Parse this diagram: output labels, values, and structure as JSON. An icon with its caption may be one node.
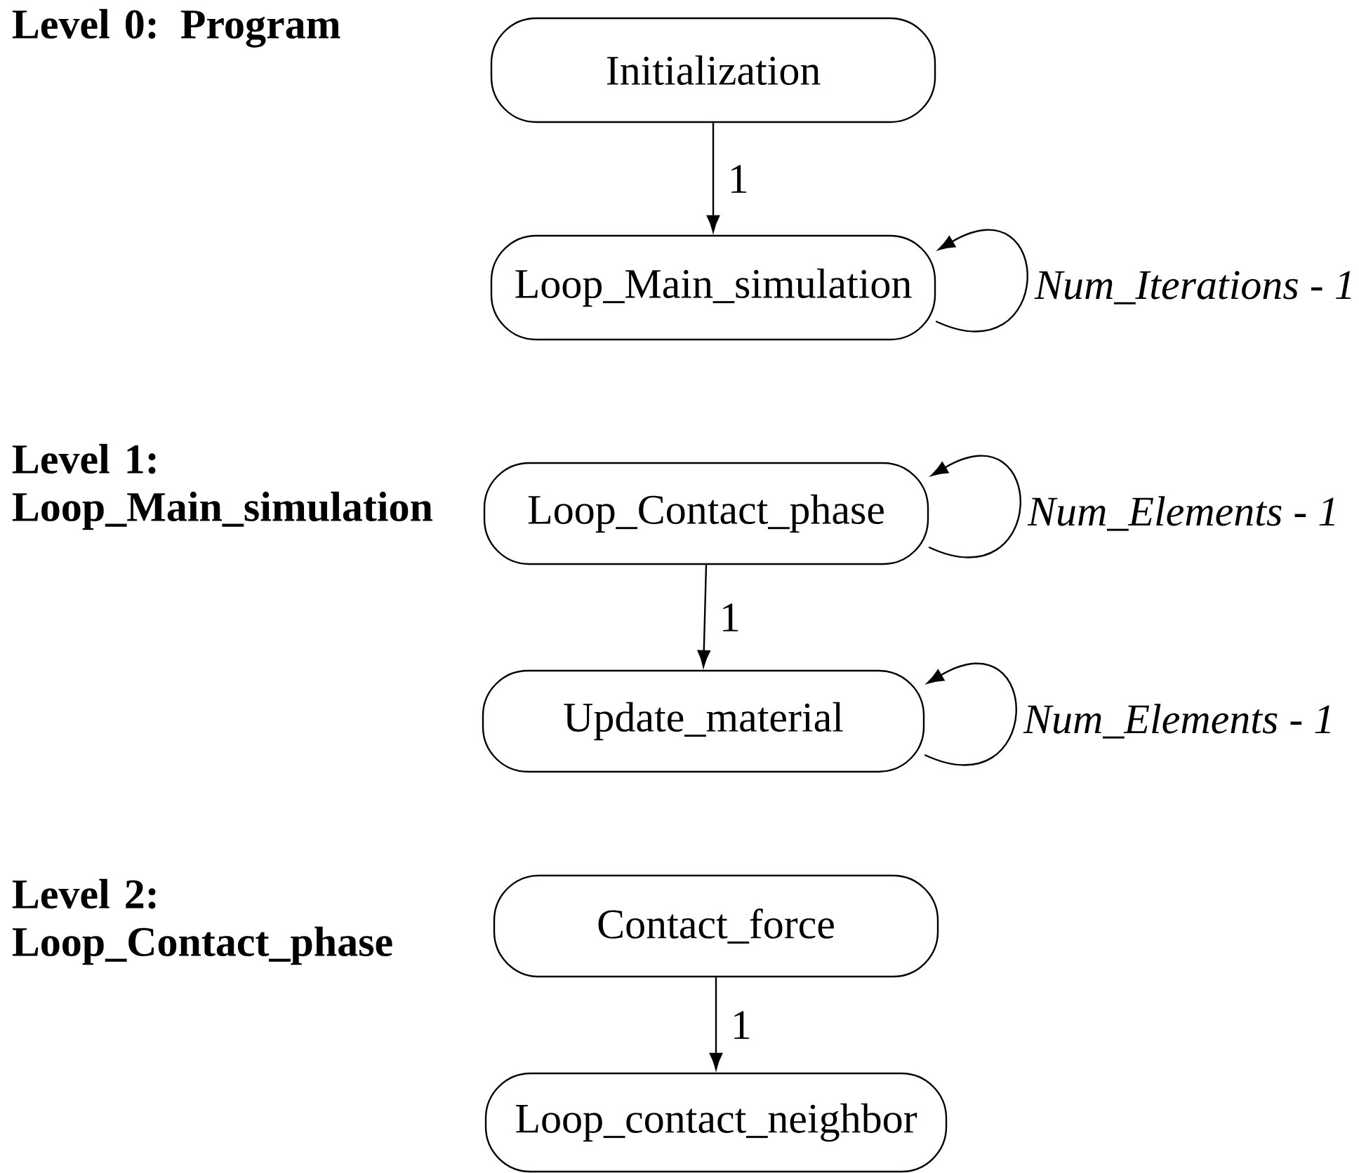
{
  "diagram": {
    "nodes": [
      {
        "text": [
          "Initialization"
        ]
      },
      {
        "text": [
          "Loop_Main_simulation"
        ]
      },
      {
        "text": [
          "Loop_Contact_phase"
        ]
      },
      {
        "text": [
          "Update_material"
        ]
      },
      {
        "text": [
          "Contact_force"
        ]
      },
      {
        "text": [
          "Loop_contact_neighbor"
        ]
      }
    ],
    "edges": [
      {
        "from": 0,
        "to": 1,
        "arrow": "to",
        "label": "1"
      },
      {
        "from": 1,
        "to": 1,
        "arrow": "to",
        "label": "Num_Iterations - 1"
      },
      {
        "from": 2,
        "to": 2,
        "arrow": "to",
        "label": "Num_Elements - 1"
      },
      {
        "from": 2,
        "to": 3,
        "arrow": "to",
        "label": "1"
      },
      {
        "from": 3,
        "to": 3,
        "arrow": "to",
        "label": "Num_Elements - 1"
      },
      {
        "from": 4,
        "to": 5,
        "arrow": "to",
        "label": "1"
      }
    ],
    "labels": [
      "Level 0: Program",
      "Level 1: Loop_Main_simulation",
      "Level 2: Loop_Contact_phase"
    ]
  }
}
